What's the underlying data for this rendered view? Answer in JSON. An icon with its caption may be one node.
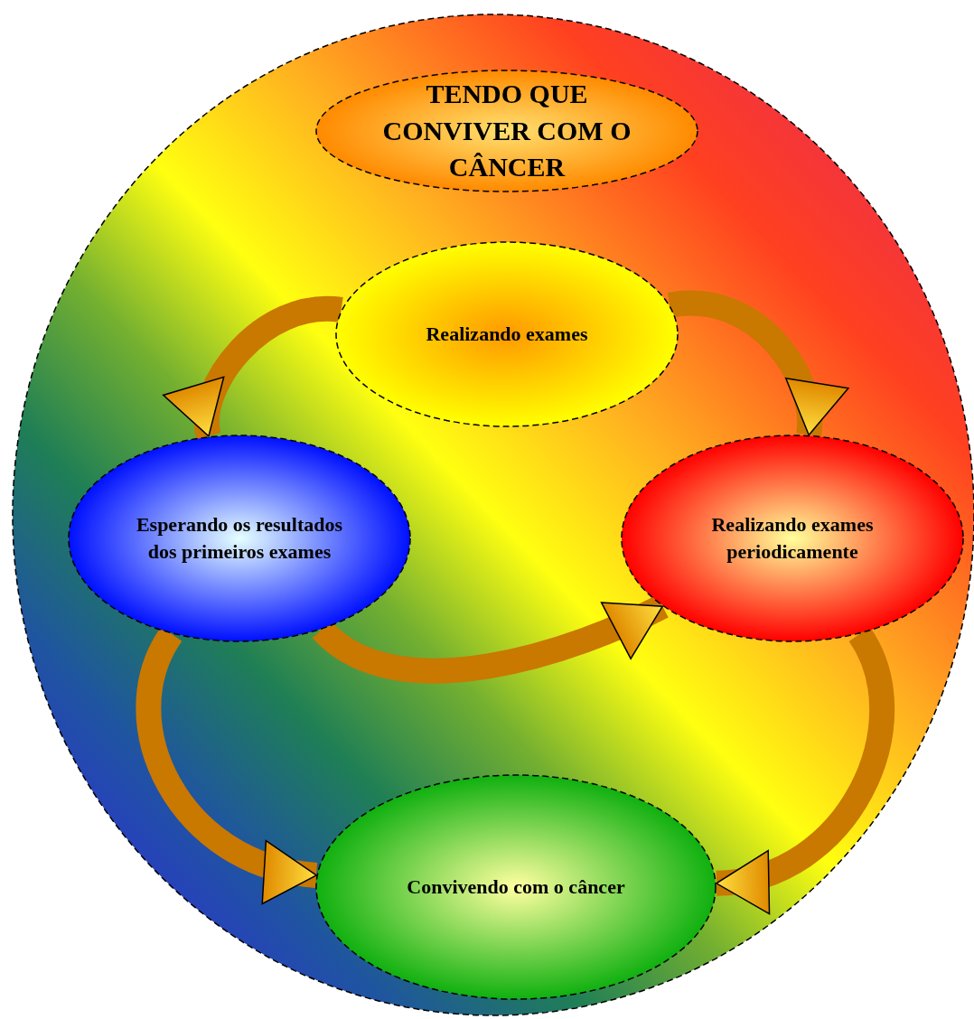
{
  "diagram": {
    "nodes": [
      {
        "text": [
          "TENDO QUE CONVIVER COM O CÂNCER"
        ]
      },
      {
        "text": [
          "Realizando exames"
        ]
      },
      {
        "text": [
          "Esperando os resultados dos primeiros exames"
        ]
      },
      {
        "text": [
          "Realizando exames periodicamente"
        ]
      },
      {
        "text": [
          "Convivendo com o câncer"
        ]
      }
    ],
    "edges": [
      {
        "from": 1,
        "to": 2,
        "arrow": "to"
      },
      {
        "from": 1,
        "to": 3,
        "arrow": "to"
      },
      {
        "from": 2,
        "to": 3,
        "arrow": "to"
      },
      {
        "from": 2,
        "to": 4,
        "arrow": "to"
      },
      {
        "from": 3,
        "to": 4,
        "arrow": "to"
      }
    ]
  }
}
